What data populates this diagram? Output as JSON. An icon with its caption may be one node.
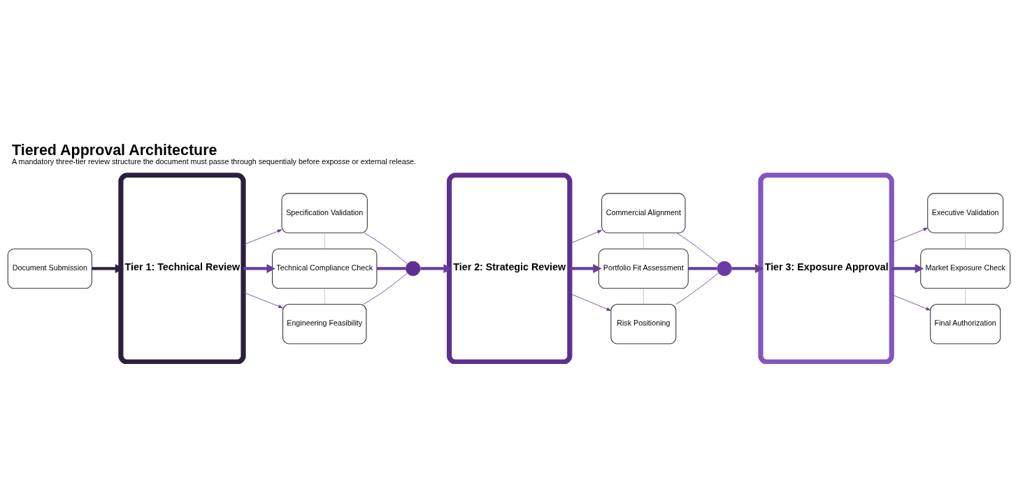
{
  "diagram": {
    "title": "Tiered Approval Architecture",
    "caption": "A mandatory three-tier review structure the document must passe through sequentialy before exposse or external release.",
    "nodes": [
      {
        "text": [
          "Document Submission"
        ]
      },
      {
        "text": [
          "Tier 1: Technical Review"
        ]
      },
      {
        "text": [
          "Specification Validation"
        ]
      },
      {
        "text": [
          "Technical Compliance Check"
        ]
      },
      {
        "text": [
          "Engineering Feasibility"
        ]
      },
      {
        "text": [],
        "shape": "circle"
      },
      {
        "text": [
          "Tier 2: Strategic Review"
        ]
      },
      {
        "text": [
          "Commercial Alignment"
        ]
      },
      {
        "text": [
          "Portfolio Fit Assessment"
        ]
      },
      {
        "text": [
          "Risk Positioning"
        ]
      },
      {
        "text": [],
        "shape": "circle"
      },
      {
        "text": [
          "Tier 3: Exposure Approval"
        ]
      },
      {
        "text": [
          "Executive Validation"
        ]
      },
      {
        "text": [
          "Market Exposure Check"
        ]
      },
      {
        "text": [
          "Final Authorization"
        ]
      }
    ],
    "edges": [
      {
        "from": 0,
        "to": 1,
        "arrow": "to",
        "style": "thick",
        "color": "#2d2140"
      },
      {
        "from": 1,
        "to": 2,
        "arrow": "to"
      },
      {
        "from": 1,
        "to": 3,
        "arrow": "to",
        "style": "thick"
      },
      {
        "from": 1,
        "to": 4,
        "arrow": "to"
      },
      {
        "from": 2,
        "to": 3,
        "arrow": "none",
        "color": "#bbbbbb"
      },
      {
        "from": 3,
        "to": 4,
        "arrow": "none",
        "color": "#bbbbbb"
      },
      {
        "from": 2,
        "to": 5,
        "arrow": "none"
      },
      {
        "from": 3,
        "to": 5,
        "arrow": "none",
        "style": "thick"
      },
      {
        "from": 4,
        "to": 5,
        "arrow": "none"
      },
      {
        "from": 5,
        "to": 6,
        "arrow": "to",
        "style": "thick"
      },
      {
        "from": 6,
        "to": 7,
        "arrow": "to"
      },
      {
        "from": 6,
        "to": 8,
        "arrow": "to",
        "style": "thick"
      },
      {
        "from": 6,
        "to": 9,
        "arrow": "to"
      },
      {
        "from": 7,
        "to": 8,
        "arrow": "none",
        "color": "#bbbbbb"
      },
      {
        "from": 8,
        "to": 9,
        "arrow": "none",
        "color": "#bbbbbb"
      },
      {
        "from": 7,
        "to": 10,
        "arrow": "none"
      },
      {
        "from": 8,
        "to": 10,
        "arrow": "none",
        "style": "thick"
      },
      {
        "from": 9,
        "to": 10,
        "arrow": "none"
      },
      {
        "from": 10,
        "to": 11,
        "arrow": "to",
        "style": "thick"
      },
      {
        "from": 11,
        "to": 12,
        "arrow": "to"
      },
      {
        "from": 11,
        "to": 13,
        "arrow": "to",
        "style": "thick"
      },
      {
        "from": 11,
        "to": 14,
        "arrow": "to"
      },
      {
        "from": 12,
        "to": 13,
        "arrow": "none",
        "color": "#bbbbbb"
      },
      {
        "from": 13,
        "to": 14,
        "arrow": "none",
        "color": "#bbbbbb"
      }
    ]
  }
}
